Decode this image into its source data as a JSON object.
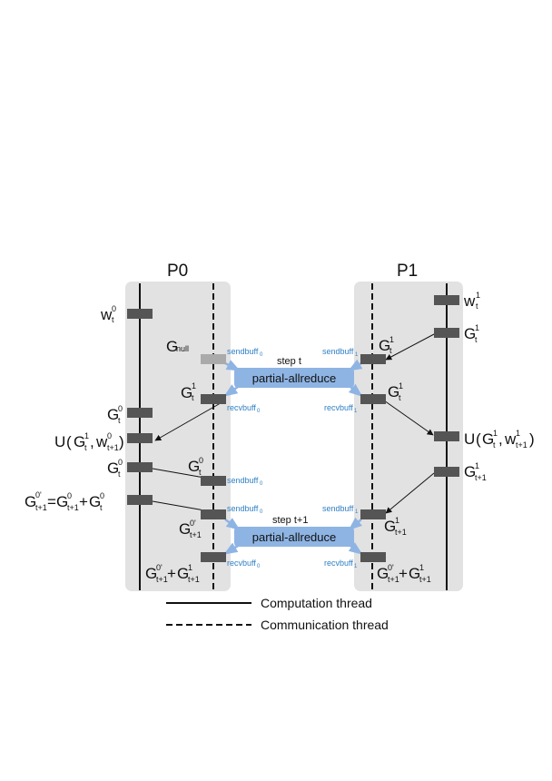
{
  "p0_title": "P0",
  "p1_title": "P1",
  "colors": {
    "panel": "#e2e2e2",
    "block": "#555555",
    "block_null": "#aaaaaa",
    "allreduce_box": "#8eb4e3",
    "allreduce_arrow": "#8eb4e3",
    "buffer_label": "#2f7fc4"
  },
  "steps": {
    "t": "step  t",
    "t1": "step  t+1"
  },
  "allreduce_label": "partial-allreduce",
  "buffers": {
    "send": "sendbuff",
    "recv": "recvbuff",
    "p0_index": "0",
    "p1_index": "1"
  },
  "symbols": {
    "w": "w",
    "G": "G",
    "U": "U",
    "null": "null",
    "t": "t",
    "t1": "t+1",
    "sup0": "0",
    "sup1": "1",
    "sup0p": "0'"
  },
  "legend": {
    "computation": "Computation thread",
    "communication": "Communication thread"
  }
}
